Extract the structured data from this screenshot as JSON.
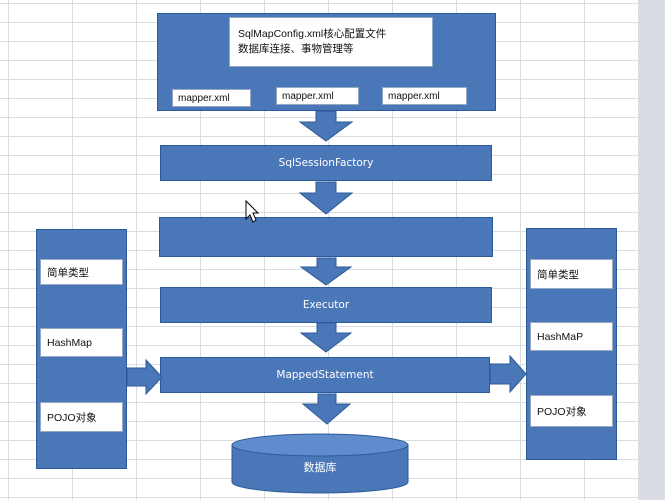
{
  "config": {
    "line1": "SqlMapConfig.xml核心配置文件",
    "line2": "数据库连接、事物管理等",
    "mappers": [
      "mapper.xml",
      "mapper.xml",
      "mapper.xml"
    ]
  },
  "flow": {
    "session_factory": "SqlSessionFactory",
    "session": "",
    "executor": "Executor",
    "mapped_statement": "MappedStatement",
    "database": "数据库"
  },
  "input_types": [
    "简单类型",
    "HashMap",
    "POJO对象"
  ],
  "output_types": [
    "简单类型",
    "HashMaP",
    "POJO对象"
  ],
  "colors": {
    "box_fill": "#4a77b8",
    "box_border": "#2d5a98",
    "background": "#ffffff"
  }
}
